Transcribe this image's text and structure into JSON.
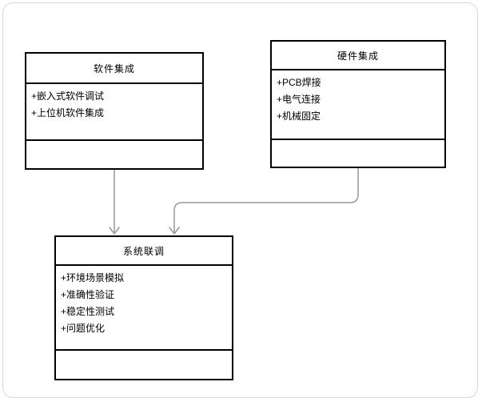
{
  "diagram": {
    "type": "uml-class-diagram",
    "colors": {
      "box_border": "#000000",
      "box_fill": "#ffffff",
      "connector": "#999999",
      "text": "#000000",
      "card_border": "#d8d8d8",
      "background": "#ffffff"
    },
    "nodes": [
      {
        "id": "software-integration",
        "title": "软件集成",
        "attributes": [
          "+嵌入式软件调试",
          "+上位机软件集成"
        ],
        "methods": []
      },
      {
        "id": "hardware-integration",
        "title": "硬件集成",
        "attributes": [
          "+PCB焊接",
          "+电气连接",
          "+机械固定"
        ],
        "methods": []
      },
      {
        "id": "system-joint-debugging",
        "title": "系统联调",
        "attributes": [
          "+环境场景模拟",
          "+准确性验证",
          "+稳定性测试",
          "+问题优化"
        ],
        "methods": []
      }
    ],
    "edges": [
      {
        "from": "软件集成",
        "to": "系统联调",
        "style": "straight-down-arrow"
      },
      {
        "from": "硬件集成",
        "to": "系统联调",
        "style": "rounded-elbow-arrow"
      }
    ]
  }
}
